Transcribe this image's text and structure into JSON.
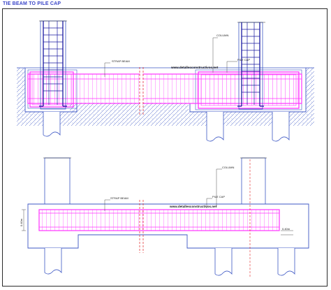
{
  "title": "TIE BEAM TO PILE CAP",
  "section": {
    "column_label": "COLUMN",
    "strap_beam_label": "STRAP BEAM",
    "pile_cap_label": "PILE CAP",
    "watermark": "www.detallesconstructivos.net"
  },
  "plan": {
    "column_label": "COLUMN",
    "strap_beam_label": "STRAP BEAM",
    "pile_cap_label": "PILE CAP",
    "watermark": "www.detallesconstructivos.net",
    "left_dim": "0.40m",
    "right_dim": "0.40m"
  },
  "colors": {
    "outline": "#3d57c4",
    "rebar": "#ff33ff",
    "column_bar": "#1a1aa0",
    "divider": "#e02020",
    "soil": "#3d57c4"
  }
}
